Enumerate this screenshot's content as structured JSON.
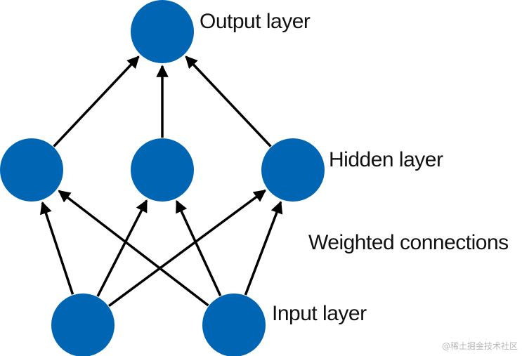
{
  "labels": {
    "output": "Output layer",
    "hidden": "Hidden layer",
    "weighted": "Weighted connections",
    "input": "Input layer"
  },
  "watermark": "@稀土掘金技术社区",
  "colors": {
    "node": "#0066b3",
    "arrow": "#000000",
    "text": "#111111"
  },
  "network": {
    "layers": [
      {
        "name": "input",
        "nodes": 2
      },
      {
        "name": "hidden",
        "nodes": 3
      },
      {
        "name": "output",
        "nodes": 1
      }
    ],
    "connections": [
      {
        "from": "input-1",
        "to": "hidden-1"
      },
      {
        "from": "input-1",
        "to": "hidden-2"
      },
      {
        "from": "input-1",
        "to": "hidden-3"
      },
      {
        "from": "input-2",
        "to": "hidden-1"
      },
      {
        "from": "input-2",
        "to": "hidden-2"
      },
      {
        "from": "input-2",
        "to": "hidden-3"
      },
      {
        "from": "hidden-1",
        "to": "output-1"
      },
      {
        "from": "hidden-2",
        "to": "output-1"
      },
      {
        "from": "hidden-3",
        "to": "output-1"
      }
    ]
  }
}
